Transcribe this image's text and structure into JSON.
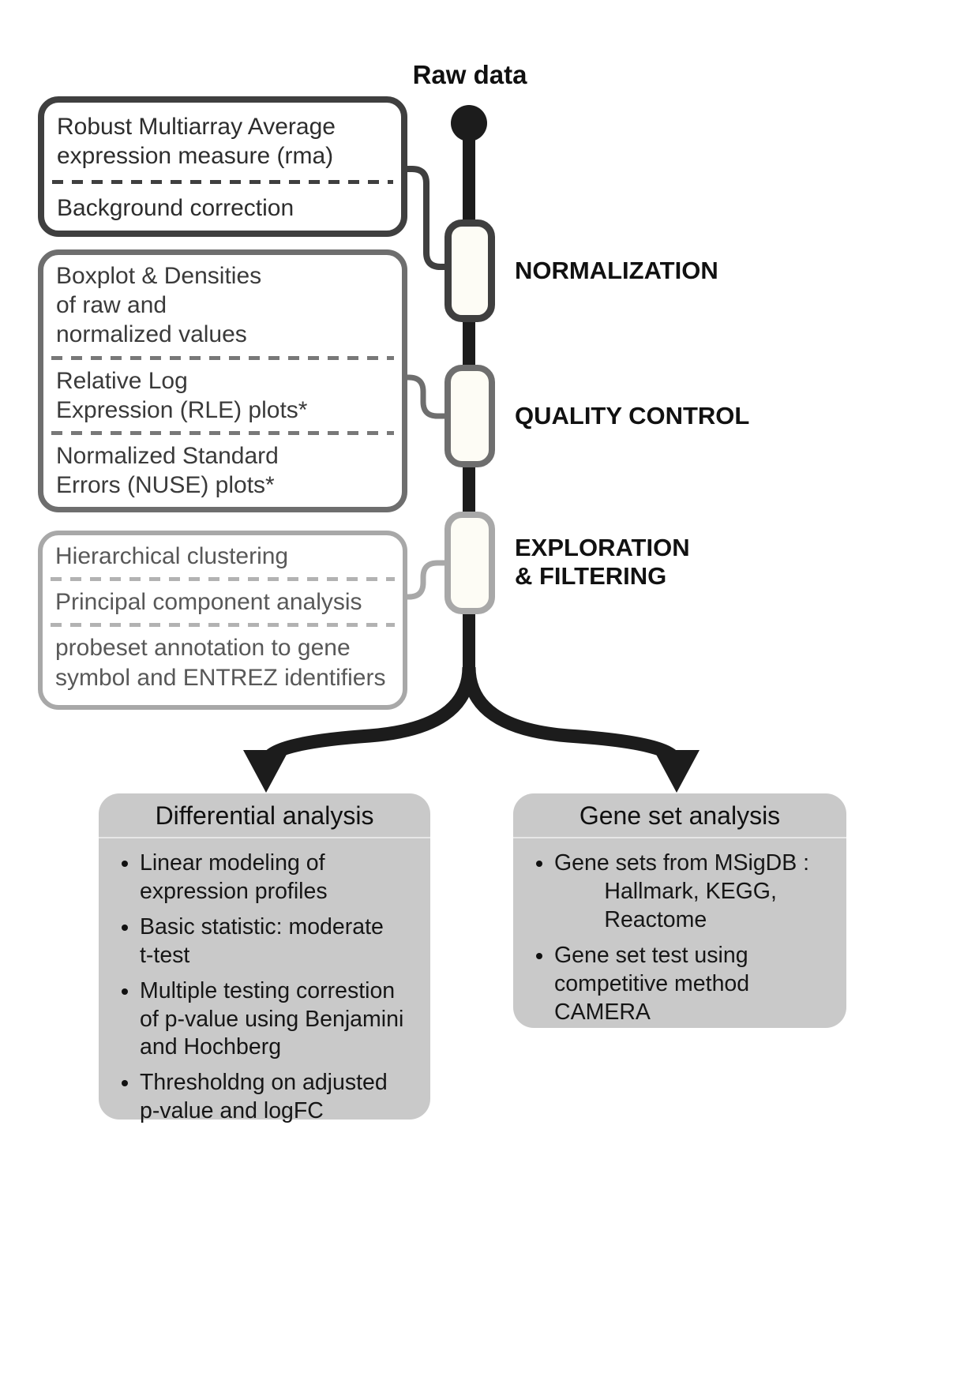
{
  "header": {
    "raw_data_label": "Raw data"
  },
  "colors": {
    "line_black": "#1c1c1c",
    "stage1_border": "#3f3f3f",
    "stage2_border": "#6e6e6e",
    "stage3_border": "#a8a8a8",
    "node_fill": "#fdfcf5",
    "panel_bg": "#c9c9c9",
    "box_text": "#3a3a3a"
  },
  "stages": [
    {
      "label": "NORMALIZATION",
      "steps": [
        "Robust Multiarray Average\nexpression measure (rma)",
        "Background correction"
      ]
    },
    {
      "label": "QUALITY CONTROL",
      "steps": [
        "Boxplot & Densities\nof raw and\nnormalized values",
        "Relative Log\nExpression (RLE) plots*",
        "Normalized Standard\nErrors (NUSE) plots*"
      ]
    },
    {
      "label": "EXPLORATION\n& FILTERING",
      "steps": [
        "Hierarchical clustering",
        "Principal component analysis",
        "probeset annotation to gene\nsymbol and ENTREZ identifiers"
      ]
    }
  ],
  "branches": [
    {
      "title": "Differential analysis",
      "bullets": [
        "Linear modeling of\nexpression profiles",
        "Basic statistic: moderate\nt-test",
        "Multiple testing correstion\nof p-value using Benjamini\nand Hochberg",
        "Thresholdng on adjusted\np-value and logFC"
      ]
    },
    {
      "title": "Gene set analysis",
      "bullets": [
        "Gene sets from MSigDB :\n        Hallmark, KEGG,\n        Reactome",
        "Gene set test using\ncompetitive method\nCAMERA"
      ]
    }
  ]
}
